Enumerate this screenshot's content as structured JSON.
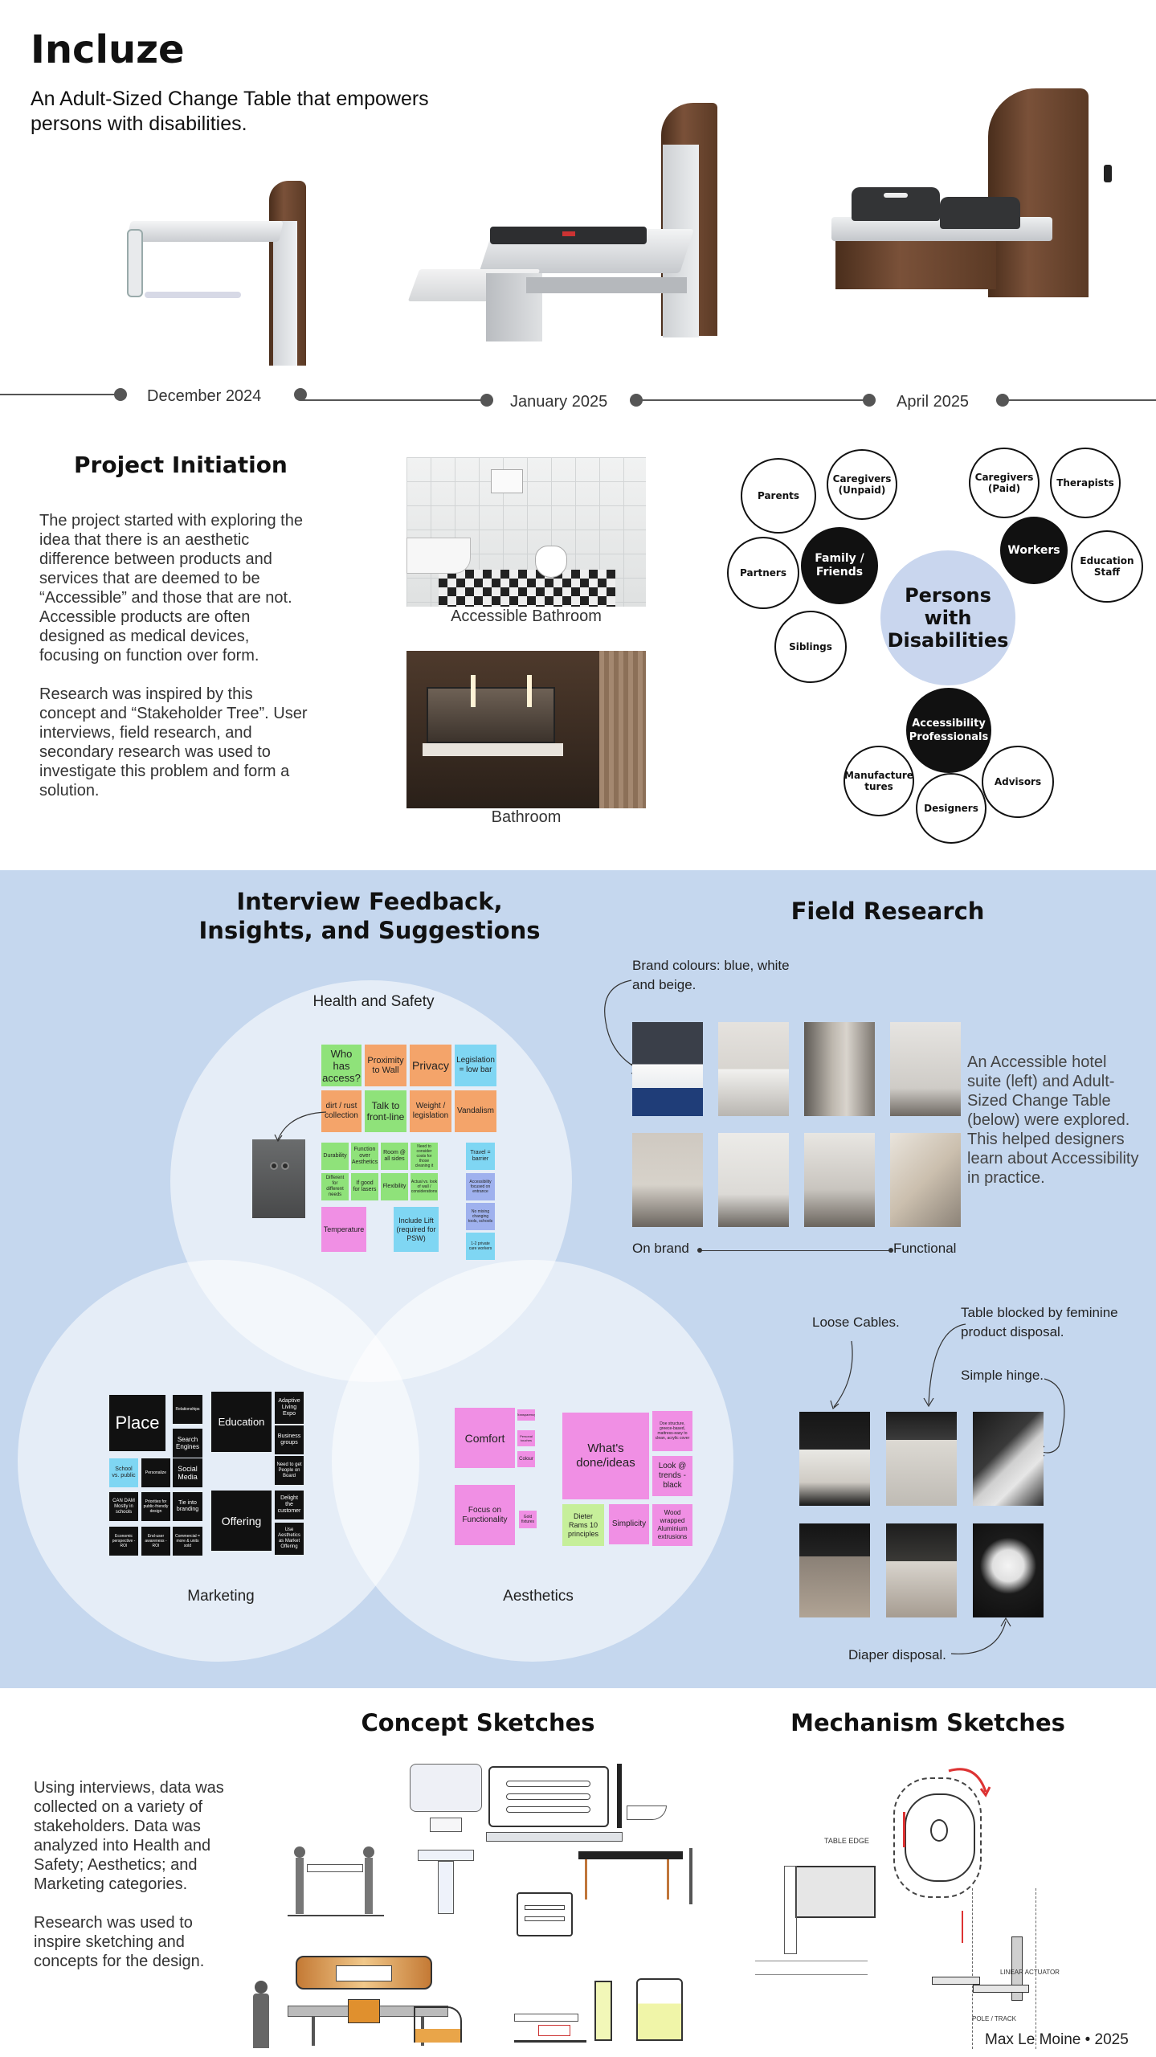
{
  "header": {
    "title": "Incluze",
    "subtitle": "An Adult-Sized Change Table that empowers persons with disabilities."
  },
  "timeline": {
    "labels": [
      "December  2024",
      "January 2025",
      "April 2025"
    ]
  },
  "project_initiation": {
    "heading": "Project Initiation",
    "paragraph1": "The project started with exploring the idea that there is an aesthetic difference between products and services that are deemed to be “Accessible” and those that are not. Accessible products are often designed as medical devices, focusing on function over form.",
    "paragraph2": "Research was inspired by this concept and “Stakeholder Tree”. User interviews, field research, and secondary research was used to investigate this problem and form a solution.",
    "photo1_caption": "Accessible Bathroom",
    "photo2_caption": "Bathroom"
  },
  "stakeholders": {
    "center": "Persons with Disabilities",
    "family": "Family / Friends",
    "workers": "Workers",
    "professionals": "Accessibility Professionals",
    "parents": "Parents",
    "caregivers_unpaid": "Caregivers (Unpaid)",
    "partners": "Partners",
    "siblings": "Siblings",
    "caregivers_paid": "Caregivers (Paid)",
    "therapists": "Therapists",
    "education_staff": "Education Staff",
    "manufacturers": "Manufacture tures",
    "designers": "Designers",
    "advisors": "Advisors"
  },
  "interview": {
    "heading": "Interview Feedback, Insights, and Suggestions",
    "health_label": "Health and Safety",
    "marketing_label": "Marketing",
    "aesthetics_label": "Aesthetics",
    "health_notes": {
      "who_access": "Who has access?",
      "proximity": "Proximity to Wall",
      "privacy": "Privacy",
      "legislation": "Legislation = low bar",
      "dirt": "dirt / rust collection",
      "talk": "Talk to front-line",
      "weight": "Weight / legislation",
      "vandalism": "Vandalism",
      "durability": "Durability",
      "function_aesthetics": "Function over Aesthetics",
      "room": "Room @ all sides",
      "need": "Need to consider costs for those cleaning it",
      "travel": "Travel = barrier",
      "different_needs": "Different for different needs",
      "good_lasers": "If good for lasers",
      "flexibility": "Flexibility",
      "actual": "Actual vs. look of wall / considerations",
      "accessibility_focused": "Accessibility focused on entrance",
      "no_mixing": "No mixing changing tools, schools",
      "temperature": "Temperature",
      "include_lift": "Include Lift (required for PSW)",
      "private_care": "1-2 private care workers"
    },
    "marketing_notes": {
      "place": "Place",
      "relationships": "Relationships",
      "education": "Education",
      "adaptive": "Adaptive Living Expo",
      "search": "Search Engines",
      "business": "Business groups",
      "school": "School vs. public",
      "personalize": "Personalize",
      "social": "Social Media",
      "need_people": "Need to get People on Board",
      "can_dam": "CAN DAM Mostly in schools",
      "priorities": "Priorities for public-friendly design",
      "tie_branding": "Tie into branding",
      "offering": "Offering",
      "delight": "Delight the customer",
      "economic": "Economic perspective - ROI",
      "end_user": "End-user awareness - ROI",
      "commercial": "Commercial = more & units sold",
      "use_aesthetics": "Use Aesthetics as Market Offering"
    },
    "aesthetics_notes": {
      "comfort": "Comfort",
      "transparency": "Transparency",
      "personal": "Personal touches",
      "colour": "Colour",
      "whats_done": "What's done/ideas",
      "doe": "Doe structure, greece-based, mattress-easy to clean, acrylic cover",
      "look_trends": "Look @ trends - black",
      "focus_functionality": "Focus on Functionality",
      "gold_fixtures": "Gold fixtures",
      "dieter": "Dieter Rams 10 principles",
      "simplicity": "Simplicity",
      "wood": "Wood wrapped Aluminium extrusions"
    }
  },
  "field_research": {
    "heading": "Field Research",
    "brand_colours": "Brand colours: blue, white and beige.",
    "description": "An Accessible hotel suite (left) and Adult-Sized Change Table (below) were explored. This helped designers learn about Accessibility in practice.",
    "on_brand": "On brand",
    "functional": "Functional",
    "loose_cables": "Loose Cables.",
    "table_blocked": "Table blocked by feminine product disposal.",
    "simple_hinge": "Simple hinge.",
    "diaper": "Diaper disposal."
  },
  "concept": {
    "heading": "Concept Sketches",
    "paragraph1": "Using interviews, data was collected on a variety of stakeholders. Data was analyzed into Health and Safety; Aesthetics; and Marketing categories.",
    "paragraph2": "Research was used to inspire sketching and concepts for the design."
  },
  "mechanism": {
    "heading": "Mechanism Sketches",
    "table_edge": "TABLE EDGE",
    "linear_actuator": "LINEAR ACTUATOR",
    "pole_track": "POLE / TRACK"
  },
  "footer": {
    "credit": "Max Le Moine • 2025"
  },
  "colors": {
    "blue_band": "#c5d7ee",
    "center_circle": "#c9d6ee",
    "wood": "#6b452e"
  }
}
